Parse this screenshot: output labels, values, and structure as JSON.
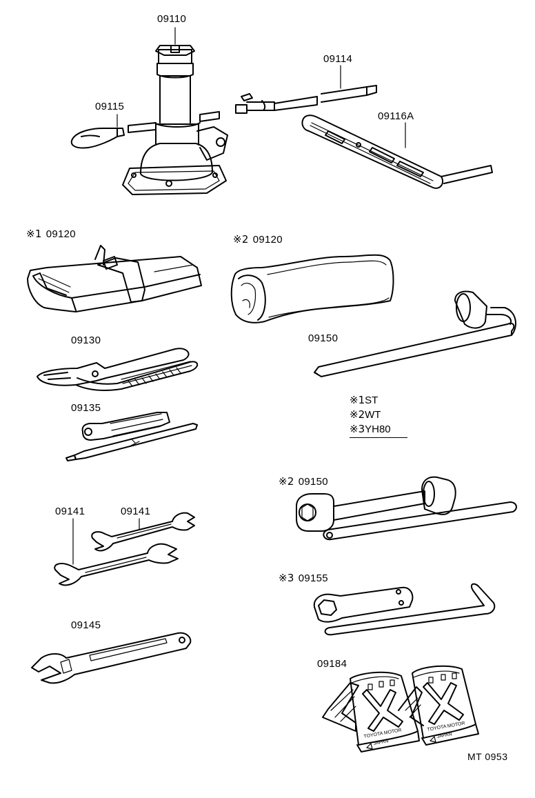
{
  "parts": {
    "jack": {
      "number": "09110"
    },
    "jack_handle_ext": {
      "number": "09114"
    },
    "jack_handle_hook": {
      "number": "09115"
    },
    "jack_handle": {
      "number": "09116A"
    },
    "tool_bag_1": {
      "mark": "※1",
      "number": "09120"
    },
    "tool_bag_2": {
      "mark": "※2",
      "number": "09120"
    },
    "pliers": {
      "number": "09130"
    },
    "screwdriver": {
      "number": "09135"
    },
    "wrench_a": {
      "number": "09141"
    },
    "wrench_b": {
      "number": "09141"
    },
    "adjustable_wrench": {
      "number": "09145"
    },
    "lug_wrench": {
      "number": "09150"
    },
    "lug_wrench_2": {
      "mark": "※2",
      "number": "09150"
    },
    "lug_wrench_3": {
      "mark": "※3",
      "number": "09155"
    },
    "wheel_chocks": {
      "number": "09184",
      "stamp_line1": "TOYOTA MOTOR",
      "stamp_line2": "JAPAN"
    }
  },
  "legend": [
    {
      "mark": "※1",
      "code": "ST"
    },
    {
      "mark": "※2",
      "code": "WT"
    },
    {
      "mark": "※3",
      "code": "YH80"
    }
  ],
  "reference": "MT 0953"
}
